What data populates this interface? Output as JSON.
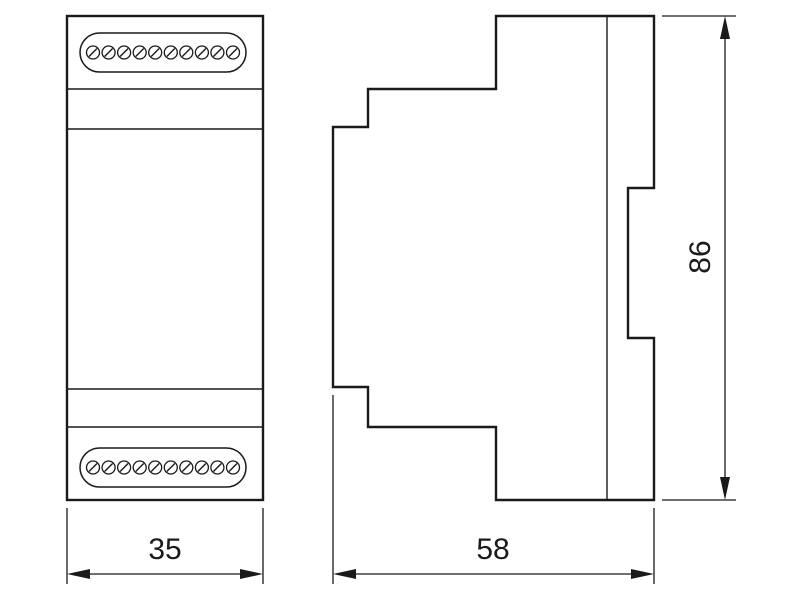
{
  "dimensions": {
    "width_label": "35",
    "depth_label": "58",
    "height_label": "86"
  },
  "terminals": {
    "top_count": 10,
    "bottom_count": 10
  },
  "colors": {
    "line": "#1a1a1a",
    "background": "#ffffff"
  }
}
